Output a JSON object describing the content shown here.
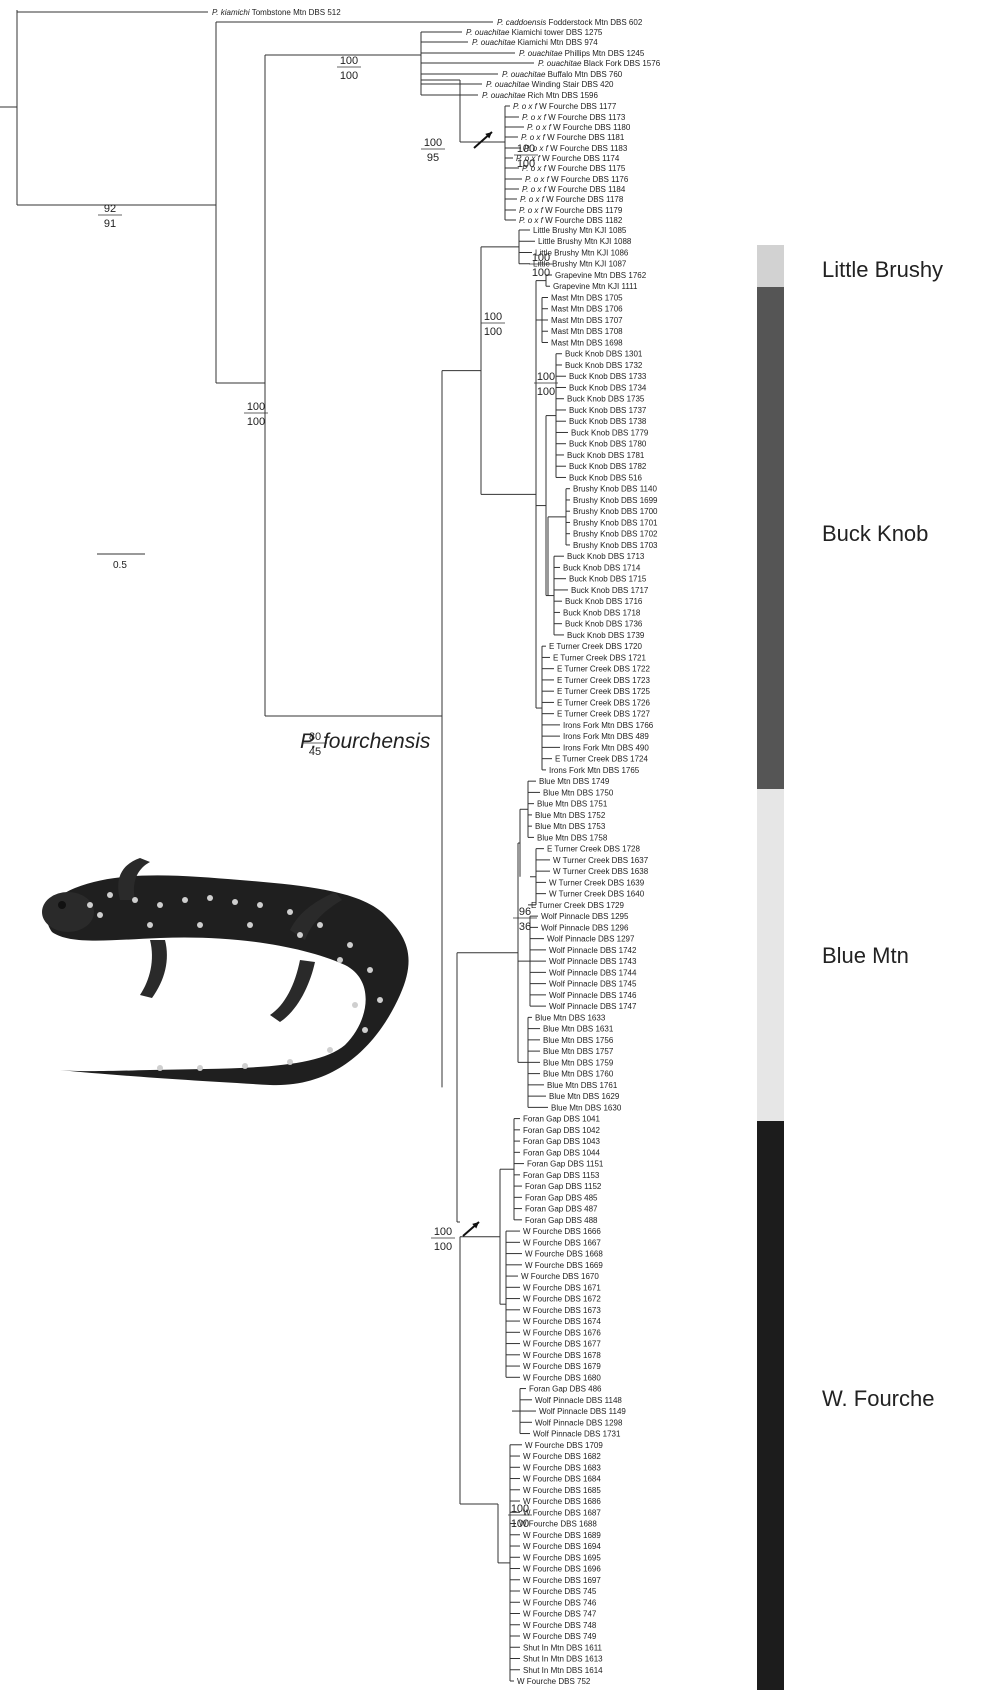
{
  "outgroups": [
    {
      "genus": "P. kiamichi",
      "rest": " Tombstone Mtn DBS 512"
    },
    {
      "genus": "P. caddoensis",
      "rest": " Fodderstock Mtn DBS 602"
    },
    {
      "genus": "P. ouachitae",
      "rest": " Kiamichi tower DBS 1275"
    },
    {
      "genus": "P. ouachitae",
      "rest": " Kiamichi Mtn DBS 974"
    },
    {
      "genus": "P. ouachitae",
      "rest": " Phillips Mtn DBS 1245"
    },
    {
      "genus": "P. ouachitae",
      "rest": " Black Fork DBS 1576"
    },
    {
      "genus": "P. ouachitae",
      "rest": " Buffalo Mtn DBS 760"
    },
    {
      "genus": "P. ouachitae",
      "rest": " Winding Stair DBS 420"
    },
    {
      "genus": "P. ouachitae",
      "rest": " Rich Mtn DBS 1596"
    }
  ],
  "hybrids": {
    "prefix": "P. o x f",
    "labels": [
      " W Fourche DBS 1177",
      " W Fourche DBS 1173",
      " W Fourche DBS 1180",
      " W Fourche DBS 1181",
      " W Fourche DBS 1183",
      " W Fourche DBS 1174",
      " W Fourche DBS 1175",
      " W Fourche DBS 1176",
      " W Fourche DBS 1184",
      " W Fourche DBS 1178",
      " W Fourche DBS 1179",
      " W Fourche DBS 1182"
    ]
  },
  "fourchensis_tips": [
    "Little Brushy Mtn KJI 1085",
    "Little Brushy Mtn KJI 1088",
    "Little Brushy Mtn KJI 1086",
    "Little Brushy Mtn KJI 1087",
    "Grapevine Mtn DBS 1762",
    "Grapevine Mtn KJI 1111",
    "Mast Mtn DBS 1705",
    "Mast Mtn DBS 1706",
    "Mast Mtn DBS 1707",
    "Mast Mtn DBS 1708",
    "Mast Mtn DBS 1698",
    "Buck Knob DBS 1301",
    "Buck Knob DBS 1732",
    "Buck Knob DBS 1733",
    "Buck Knob DBS 1734",
    "Buck Knob DBS 1735",
    "Buck Knob DBS 1737",
    "Buck Knob DBS 1738",
    "Buck Knob DBS 1779",
    "Buck Knob DBS 1780",
    "Buck Knob DBS 1781",
    "Buck Knob DBS 1782",
    "Buck Knob DBS 516",
    "Brushy Knob DBS 1140",
    "Brushy Knob DBS 1699",
    "Brushy Knob DBS 1700",
    "Brushy Knob DBS 1701",
    "Brushy Knob DBS 1702",
    "Brushy Knob DBS 1703",
    "Buck Knob DBS 1713",
    "Buck Knob DBS 1714",
    "Buck Knob DBS 1715",
    "Buck Knob DBS 1717",
    "Buck Knob DBS 1716",
    "Buck Knob DBS 1718",
    "Buck Knob DBS 1736",
    "Buck Knob DBS 1739",
    "E Turner Creek DBS 1720",
    "E Turner Creek DBS 1721",
    "E Turner Creek DBS 1722",
    "E Turner Creek DBS 1723",
    "E Turner Creek DBS 1725",
    "E Turner Creek DBS 1726",
    "E Turner Creek DBS 1727",
    "Irons Fork Mtn DBS 1766",
    "Irons Fork Mtn DBS 489",
    "Irons Fork Mtn DBS 490",
    "E Turner Creek DBS 1724",
    "Irons Fork Mtn DBS 1765",
    "Blue Mtn DBS 1749",
    "Blue Mtn DBS 1750",
    "Blue Mtn DBS 1751",
    "Blue Mtn DBS 1752",
    "Blue Mtn DBS 1753",
    "Blue Mtn DBS 1758",
    "E Turner Creek DBS 1728",
    "W Turner Creek DBS 1637",
    "W Turner Creek DBS 1638",
    "W Turner Creek DBS 1639",
    "W Turner Creek DBS 1640",
    "E Turner Creek DBS 1729",
    "Wolf Pinnacle DBS 1295",
    "Wolf Pinnacle DBS 1296",
    "Wolf Pinnacle DBS 1297",
    "Wolf Pinnacle DBS 1742",
    "Wolf Pinnacle DBS 1743",
    "Wolf Pinnacle DBS 1744",
    "Wolf Pinnacle DBS 1745",
    "Wolf Pinnacle DBS 1746",
    "Wolf Pinnacle DBS 1747",
    "Blue Mtn DBS 1633",
    "Blue Mtn DBS 1631",
    "Blue Mtn DBS 1756",
    "Blue Mtn DBS 1757",
    "Blue Mtn DBS 1759",
    "Blue Mtn DBS 1760",
    "Blue Mtn DBS 1761",
    "Blue Mtn DBS 1629",
    "Blue Mtn DBS 1630",
    "Foran Gap DBS 1041",
    "Foran Gap DBS 1042",
    "Foran Gap DBS 1043",
    "Foran Gap DBS 1044",
    "Foran Gap DBS 1151",
    "Foran Gap DBS 1153",
    "Foran Gap DBS 1152",
    "Foran Gap DBS 485",
    "Foran Gap DBS 487",
    "Foran Gap DBS 488",
    "W Fourche DBS 1666",
    "W Fourche DBS 1667",
    "W Fourche DBS 1668",
    "W Fourche DBS 1669",
    "W Fourche DBS 1670",
    "W Fourche DBS 1671",
    "W Fourche DBS 1672",
    "W Fourche DBS 1673",
    "W Fourche DBS 1674",
    "W Fourche DBS 1676",
    "W Fourche DBS 1677",
    "W Fourche DBS 1678",
    "W Fourche DBS 1679",
    "W Fourche DBS 1680",
    "Foran Gap DBS 486",
    "Wolf Pinnacle DBS 1148",
    "Wolf Pinnacle DBS 1149",
    "Wolf Pinnacle DBS 1298",
    "Wolf Pinnacle DBS 1731",
    "W Fourche DBS 1709",
    "W Fourche DBS 1682",
    "W Fourche DBS 1683",
    "W Fourche DBS 1684",
    "W Fourche DBS 1685",
    "W Fourche DBS 1686",
    "W Fourche DBS 1687",
    "W Fourche DBS 1688",
    "W Fourche DBS 1689",
    "W Fourche DBS 1694",
    "W Fourche DBS 1695",
    "W Fourche DBS 1696",
    "W Fourche DBS 1697",
    "W Fourche DBS 745",
    "W Fourche DBS 746",
    "W Fourche DBS 747",
    "W Fourche DBS 748",
    "W Fourche DBS 749",
    "Shut In Mtn DBS 1611",
    "Shut In Mtn DBS 1613",
    "Shut In Mtn DBS 1614",
    "W Fourche DBS 752"
  ],
  "supports": [
    {
      "id": "s-root",
      "top": "92",
      "bottom": "91"
    },
    {
      "id": "s-ouach",
      "top": "100",
      "bottom": "100"
    },
    {
      "id": "s-hyb-arrow",
      "top": "100",
      "bottom": "95"
    },
    {
      "id": "s-hyb",
      "top": "100",
      "bottom": "100"
    },
    {
      "id": "s-big",
      "top": "100",
      "bottom": "100"
    },
    {
      "id": "s-lb",
      "top": "100",
      "bottom": "100"
    },
    {
      "id": "s-buckgroup",
      "top": "100",
      "bottom": "100"
    },
    {
      "id": "s-bk",
      "top": "100",
      "bottom": "100"
    },
    {
      "id": "s-four",
      "top": "80",
      "bottom": "45"
    },
    {
      "id": "s-blue",
      "top": "96",
      "bottom": "36"
    },
    {
      "id": "s-wf-arrow",
      "top": "100",
      "bottom": "100"
    },
    {
      "id": "s-wf2",
      "top": "100",
      "bottom": "100"
    }
  ],
  "clades": [
    {
      "name": "Little Brushy",
      "color": "#d2d2d2"
    },
    {
      "name": "Buck Knob",
      "color": "#555555"
    },
    {
      "name": "Blue Mtn",
      "color": "#e6e6e6"
    },
    {
      "name": "W. Fourche",
      "color": "#1c1c1c"
    }
  ],
  "species_label": "P. fourchensis",
  "scale_bar": "0.5",
  "salamander_icon": "salamander-illustration"
}
